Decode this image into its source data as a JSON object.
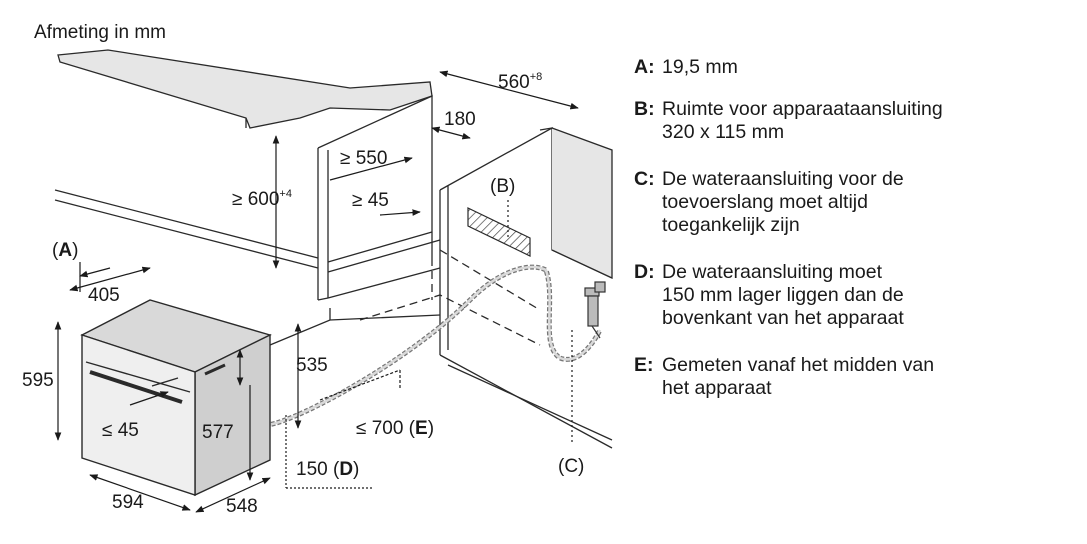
{
  "title": "Afmeting in mm",
  "dims": {
    "d560": "560",
    "d560_sup": "+8",
    "d180": "180",
    "d550": "≥ 550",
    "d600": "≥ 600",
    "d600_sup": "+4",
    "d45_top": "≥ 45",
    "labelB": "(B)",
    "labelA_open": "(",
    "labelA_key": "A",
    "labelA_close": ")",
    "d405": "405",
    "d595": "595",
    "d535": "535",
    "d45_door": "≤ 45",
    "d577": "577",
    "d700": "≤ 700 (",
    "d700_key": "E",
    "d700_close": ")",
    "labelC": "(C)",
    "d150": "150 (",
    "d150_key": "D",
    "d150_close": ")",
    "d594": "594",
    "d548": "548"
  },
  "legend": [
    {
      "key": "A:",
      "text": "19,5 mm"
    },
    {
      "key": "B:",
      "text": "Ruimte voor apparaataansluiting\n320 x 115 mm"
    },
    {
      "key": "C:",
      "text": "De wateraansluiting voor de\ntoevoerslang moet altijd\ntoegankelijk zijn"
    },
    {
      "key": "D:",
      "text": "De wateraansluiting moet\n150 mm lager liggen dan de\nbovenkant van het apparaat"
    },
    {
      "key": "E:",
      "text": "Gemeten vanaf het midden van\nhet apparaat"
    }
  ]
}
